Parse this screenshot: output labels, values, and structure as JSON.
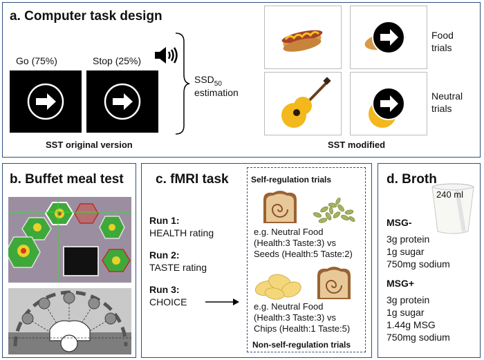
{
  "panel_a": {
    "title": "a. Computer task design",
    "go_label": "Go (75%)",
    "stop_label": "Stop (25%)",
    "ssd_label": "SSD",
    "ssd_sub": "50",
    "estimation_label": "estimation",
    "original_caption": "SST original version",
    "modified_caption": "SST modified",
    "food_trials": "Food\ntrials",
    "neutral_trials": "Neutral\ntrials"
  },
  "panel_b": {
    "title": "b. Buffet meal test"
  },
  "panel_c": {
    "title": "c. fMRI task",
    "run1_title": "Run 1:",
    "run1_text": "HEALTH rating",
    "run2_title": "Run 2:",
    "run2_text": "TASTE rating",
    "run3_title": "Run 3:",
    "run3_text": "CHOICE",
    "self_reg_title": "Self-regulation trials",
    "self_reg_example": "e.g. Neutral Food\n(Health:3 Taste:3) vs\nSeeds (Health:5 Taste:2)",
    "nonself_example": "e.g. Neutral Food\n(Health:3 Taste:3) vs\nChips (Health:1 Taste:5)",
    "nonself_title": "Non-self-regulation trials"
  },
  "panel_d": {
    "title": "d. Broth",
    "cup_label": "240 ml",
    "msg_minus_title": "MSG-",
    "msg_minus_items": "3g protein\n1g sugar\n750mg sodium",
    "msg_plus_title": "MSG+",
    "msg_plus_items": "3g protein\n1g sugar\n1.44g MSG\n750mg sodium"
  },
  "icons": [
    "arrow-icon",
    "speaker-icon",
    "hotdog-icon",
    "guitar-icon",
    "bread-icon",
    "seeds-icon",
    "chips-icon",
    "cup-icon"
  ]
}
